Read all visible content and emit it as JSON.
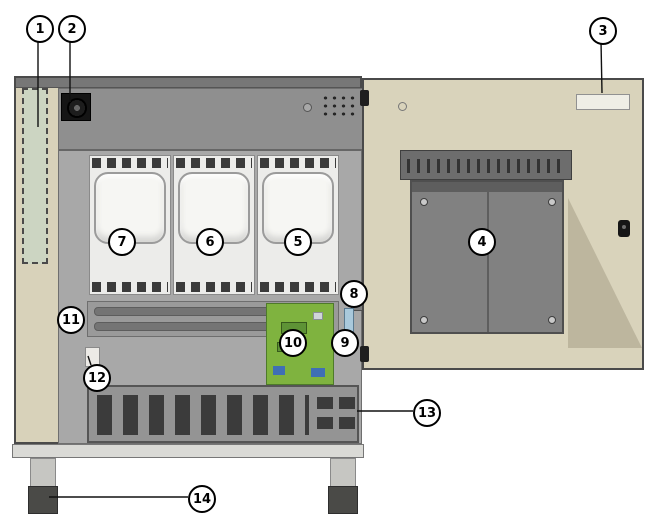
{
  "callouts": [
    {
      "num": "1"
    },
    {
      "num": "2"
    },
    {
      "num": "3"
    },
    {
      "num": "4"
    },
    {
      "num": "5"
    },
    {
      "num": "6"
    },
    {
      "num": "7"
    },
    {
      "num": "8"
    },
    {
      "num": "9"
    },
    {
      "num": "10"
    },
    {
      "num": "11"
    },
    {
      "num": "12"
    },
    {
      "num": "13"
    },
    {
      "num": "14"
    }
  ],
  "colors": {
    "bg": "#ffffff",
    "line": "#111111",
    "tan": "#d8d2ba",
    "tan-shadow": "#b7b099",
    "dashed-zone": "#ccd5c2",
    "interior": "#a8a8a8",
    "panel-top": "#8f8f8f",
    "module": "#ececea",
    "module-cover": "#f6f6f3",
    "slot": "#3b3b3b",
    "band": "#9a9a9a",
    "pcb": "#7fb33f",
    "pcb-dark": "#4e7a2a",
    "blue-strip": "#a9c9dc",
    "bottom-section": "#949494",
    "base": "#dadad6",
    "leg": "#c6c6c2",
    "foot": "#4a4a47",
    "door": "#d9d3bb",
    "plate": "#818181",
    "plate-dark": "#4f4f4f",
    "rail": "#6d6d6d",
    "label": "#efeee6",
    "callout-bg": "#ffffff"
  }
}
